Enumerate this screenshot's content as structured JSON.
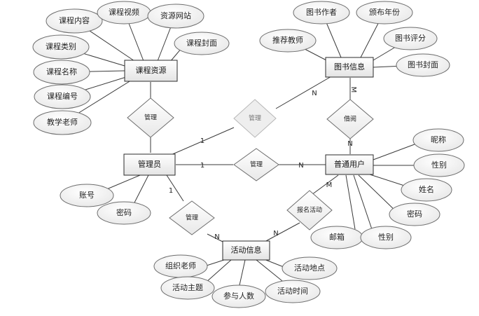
{
  "entities": {
    "course": "课程资源",
    "book": "图书信息",
    "admin": "管理员",
    "user": "普通用户",
    "activity": "活动信息"
  },
  "attributes": {
    "course_content": "课程内容",
    "course_video": "课程视频",
    "resource_site": "资源网站",
    "course_type": "课程类别",
    "course_cover": "课程封面",
    "course_name": "课程名称",
    "course_no": "课程编号",
    "teacher": "教学老师",
    "book_author": "图书作者",
    "publish_year": "颁布年份",
    "recommend_teacher": "推荐教师",
    "book_rating": "图书评分",
    "book_cover": "图书封面",
    "nickname": "昵称",
    "user_gender": "性别",
    "user_name": "姓名",
    "user_password": "密码",
    "email": "邮箱",
    "user_gender2": "性别",
    "account": "账号",
    "admin_password": "密码",
    "organizer": "组织老师",
    "act_place": "活动地点",
    "act_theme": "活动主题",
    "participants": "参与人数",
    "act_time": "活动时间"
  },
  "relationships": {
    "admin_course": "管理",
    "admin_book": "管理",
    "borrow": "借阅",
    "admin_user": "管理",
    "admin_activity": "管理",
    "signup": "报名活动"
  },
  "cardinalities": {
    "admin_book_1": "1",
    "admin_book_n": "N",
    "borrow_m": "M",
    "borrow_n": "N",
    "admin_user_1": "1",
    "admin_user_n": "N",
    "admin_activity_1": "1",
    "admin_activity_n": "N",
    "signup_m": "M",
    "signup_n": "N"
  }
}
